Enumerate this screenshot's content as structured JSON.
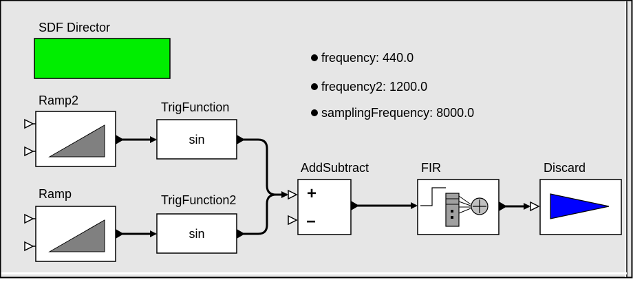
{
  "director": {
    "label": "SDF Director",
    "color": "#00ee00"
  },
  "parameters": [
    {
      "name": "frequency",
      "value": "440.0",
      "text": "frequency: 440.0"
    },
    {
      "name": "frequency2",
      "value": "1200.0",
      "text": "frequency2: 1200.0"
    },
    {
      "name": "samplingFrequency",
      "value": "8000.0",
      "text": "samplingFrequency: 8000.0"
    }
  ],
  "actors": {
    "ramp2": {
      "label": "Ramp2"
    },
    "ramp": {
      "label": "Ramp"
    },
    "trig1": {
      "label": "TrigFunction",
      "op": "sin"
    },
    "trig2": {
      "label": "TrigFunction2",
      "op": "sin"
    },
    "add": {
      "label": "AddSubtract",
      "plus": "+",
      "minus": "−"
    },
    "fir": {
      "label": "FIR"
    },
    "discard": {
      "label": "Discard",
      "color": "#0000ff"
    }
  },
  "colors": {
    "background": "#e6e6e6",
    "actor_fill": "#ffffff",
    "ramp_fill": "#808080",
    "fir_stack": "#a0a0a0",
    "fir_adder": "#c0c0c0"
  }
}
